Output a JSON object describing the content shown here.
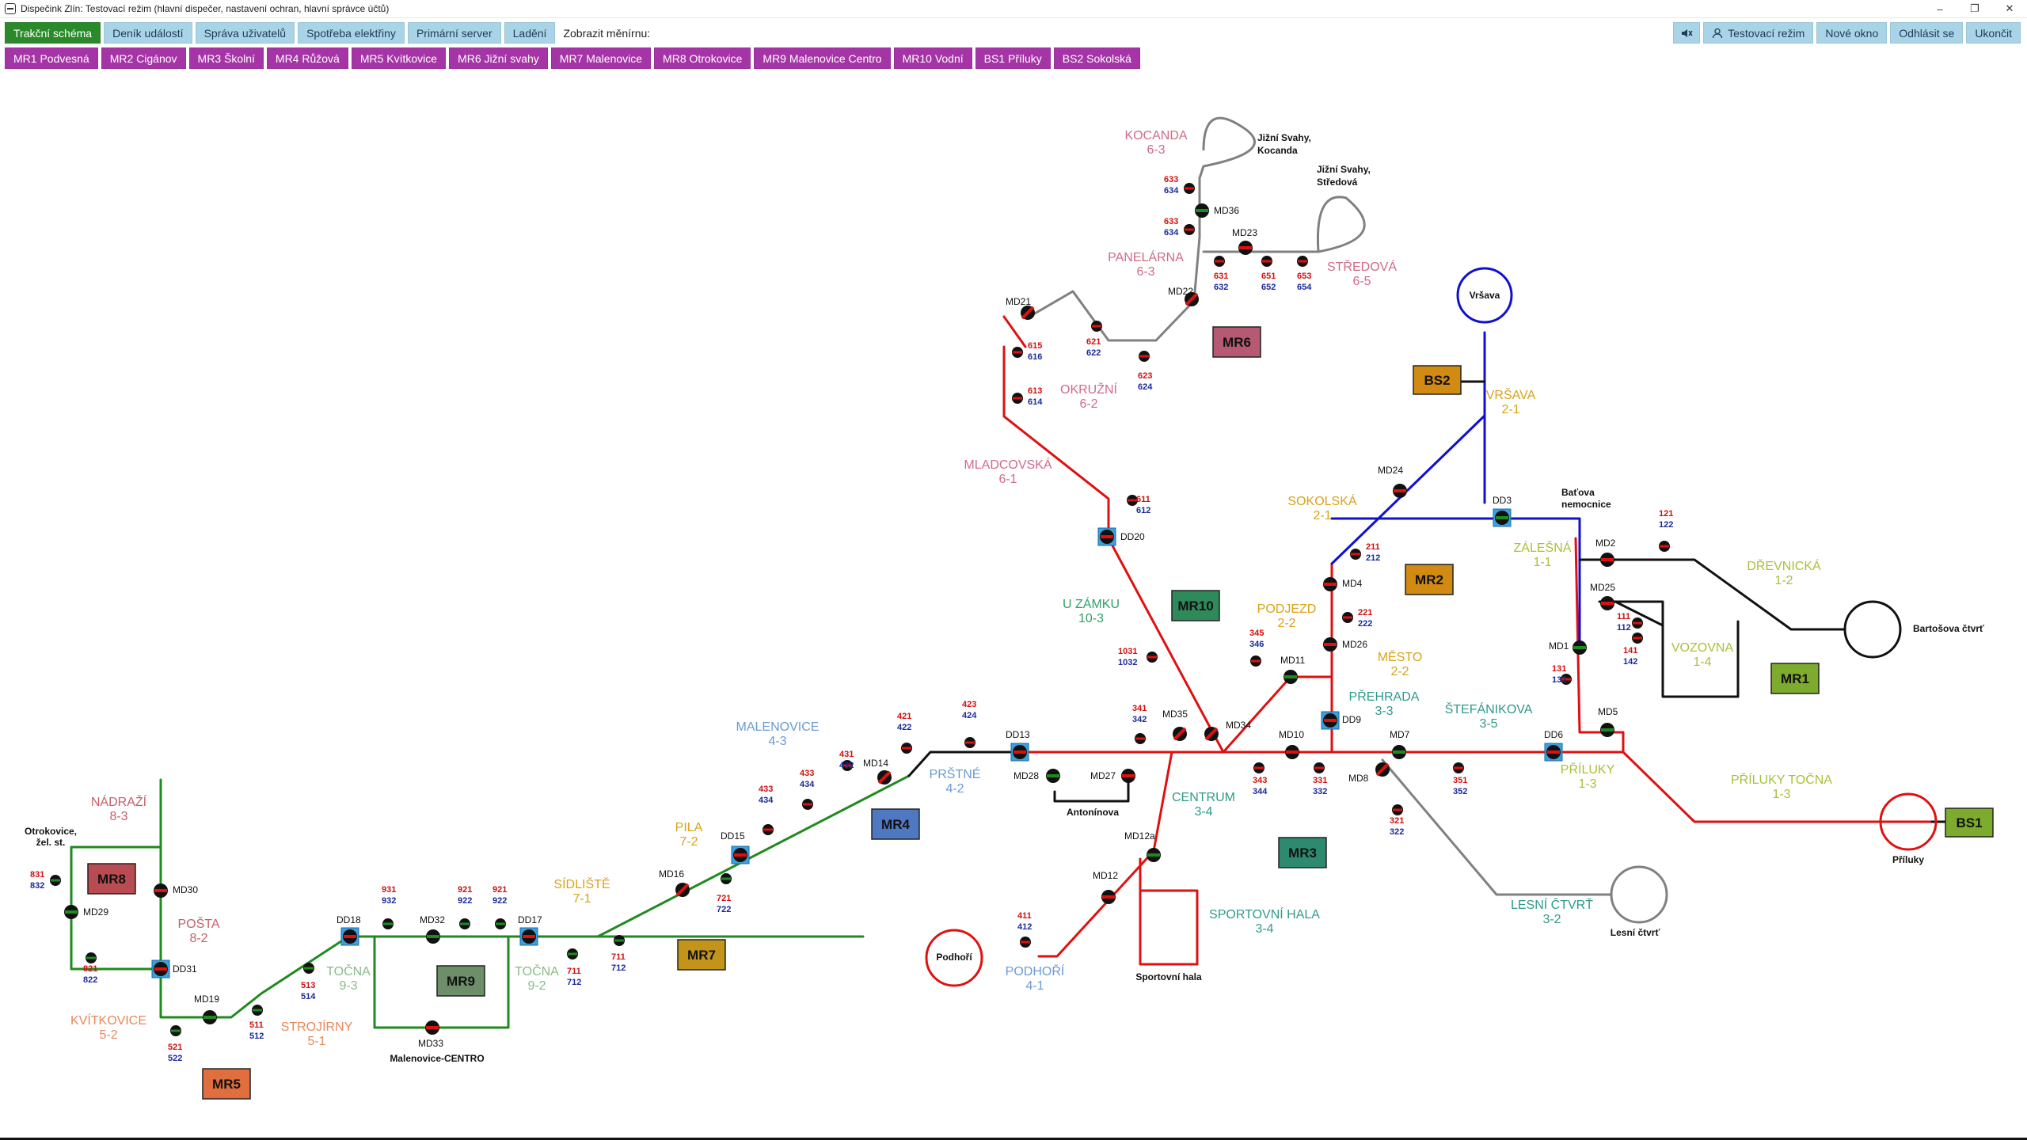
{
  "window": {
    "title": "Dispečink Zlín: Testovací režim (hlavní dispečer, nastavení ochran, hlavní správce účtů)",
    "minimize": "–",
    "maximize": "❐",
    "close": "✕"
  },
  "toolbar": {
    "left": [
      {
        "label": "Trakční schéma",
        "style": "green"
      },
      {
        "label": "Deník událostí",
        "style": "blue"
      },
      {
        "label": "Správa uživatelů",
        "style": "blue"
      },
      {
        "label": "Spotřeba elektřiny",
        "style": "blue"
      },
      {
        "label": "Primární server",
        "style": "blue"
      },
      {
        "label": "Ladění",
        "style": "blue"
      }
    ],
    "show_label": "Zobrazit měnírnu:",
    "mute_icon": "🔇",
    "test_mode": "Testovací režim",
    "right": [
      {
        "label": "Nové okno",
        "style": "blue"
      },
      {
        "label": "Odhlásit se",
        "style": "blue"
      },
      {
        "label": "Ukončit",
        "style": "blue"
      }
    ]
  },
  "stations": [
    "MR1 Podvesná",
    "MR2 Cigánov",
    "MR3 Školní",
    "MR4 Růžová",
    "MR5 Kvítkovice",
    "MR6 Jižní svahy",
    "MR7 Malenovice",
    "MR8 Otrokovice",
    "MR9 Malenovice Centro",
    "MR10 Vodní",
    "BS1 Příluky",
    "BS2 Sokolská"
  ],
  "colors": {
    "green_line": "#1f8a1f",
    "red_line": "#e01010",
    "blue_line": "#1010d0",
    "gray_line": "#808080",
    "black_line": "#111111",
    "mr1": "#7cab2e",
    "mr2": "#d18a12",
    "mr3": "#2e8a6e",
    "mr4": "#4e78c2",
    "mr5": "#e06e3e",
    "mr6": "#b55a72",
    "mr7": "#c4941a",
    "mr8": "#b84c52",
    "mr9": "#6e8e6a",
    "mr10": "#2e8a5a",
    "bs1": "#7cab2e",
    "bs2": "#d18a12"
  },
  "substations": [
    {
      "id": "mr1",
      "label": "MR1",
      "color": "#7cab2e"
    },
    {
      "id": "mr2",
      "label": "MR2",
      "color": "#d18a12"
    },
    {
      "id": "mr3",
      "label": "MR3",
      "color": "#2e8a6e"
    },
    {
      "id": "mr4",
      "label": "MR4",
      "color": "#4e78c2"
    },
    {
      "id": "mr5",
      "label": "MR5",
      "color": "#e06e3e"
    },
    {
      "id": "mr6",
      "label": "MR6",
      "color": "#b55a72"
    },
    {
      "id": "mr7",
      "label": "MR7",
      "color": "#c4941a"
    },
    {
      "id": "mr8",
      "label": "MR8",
      "color": "#b84c52"
    },
    {
      "id": "mr9",
      "label": "MR9",
      "color": "#6e8e6a"
    },
    {
      "id": "mr10",
      "label": "MR10",
      "color": "#2e8a5a"
    },
    {
      "id": "bs1",
      "label": "BS1",
      "color": "#7cab2e"
    },
    {
      "id": "bs2",
      "label": "BS2",
      "color": "#d18a12"
    }
  ],
  "sections": [
    {
      "id": "kocanda",
      "name": "KOCANDA",
      "code": "6-3",
      "color": "#d06a86"
    },
    {
      "id": "panelarna",
      "name": "PANELÁRNA",
      "code": "6-3",
      "color": "#d06a86"
    },
    {
      "id": "stredova",
      "name": "STŘEDOVÁ",
      "code": "6-5",
      "color": "#d06a86"
    },
    {
      "id": "okruzni",
      "name": "OKRUŽNÍ",
      "code": "6-2",
      "color": "#d06a86"
    },
    {
      "id": "mladcovska",
      "name": "MLADCOVSKÁ",
      "code": "6-1",
      "color": "#d06a86"
    },
    {
      "id": "vrsava",
      "name": "VRŠAVA",
      "code": "2-1",
      "color": "#d9a21a"
    },
    {
      "id": "sokolska",
      "name": "SOKOLSKÁ",
      "code": "2-1",
      "color": "#d9a21a"
    },
    {
      "id": "zalesna",
      "name": "ZÁLEŠNÁ",
      "code": "1-1",
      "color": "#a6c23a"
    },
    {
      "id": "drevnicka",
      "name": "DŘEVNICKÁ",
      "code": "1-2",
      "color": "#a6c23a"
    },
    {
      "id": "vozovna",
      "name": "VOZOVNA",
      "code": "1-4",
      "color": "#a6c23a"
    },
    {
      "id": "podjezd",
      "name": "PODJEZD",
      "code": "2-2",
      "color": "#d9a21a"
    },
    {
      "id": "mesto",
      "name": "MĚSTO",
      "code": "2-2",
      "color": "#d9a21a"
    },
    {
      "id": "prehrada",
      "name": "PŘEHRADA",
      "code": "3-3",
      "color": "#2e9a8a"
    },
    {
      "id": "stefanikova",
      "name": "ŠTEFÁNIKOVA",
      "code": "3-5",
      "color": "#2e9a8a"
    },
    {
      "id": "priluky",
      "name": "PŘÍLUKY",
      "code": "1-3",
      "color": "#a6c23a"
    },
    {
      "id": "priluky_tocna",
      "name": "PŘÍLUKY TOČNA",
      "code": "1-3",
      "color": "#a6c23a"
    },
    {
      "id": "u_zamku",
      "name": "U ZÁMKU",
      "code": "10-3",
      "color": "#2ea06a"
    },
    {
      "id": "malenovice",
      "name": "MALENOVICE",
      "code": "4-3",
      "color": "#6a9ad6"
    },
    {
      "id": "prstne",
      "name": "PRŠTNÉ",
      "code": "4-2",
      "color": "#6a9ad6"
    },
    {
      "id": "centrum",
      "name": "CENTRUM",
      "code": "3-4",
      "color": "#2e9a8a"
    },
    {
      "id": "sportovni_hala",
      "name": "SPORTOVNÍ HALA",
      "code": "3-4",
      "color": "#2e9a8a"
    },
    {
      "id": "lesni_ctvrt",
      "name": "LESNÍ ČTVRŤ",
      "code": "3-2",
      "color": "#2e9a8a"
    },
    {
      "id": "podhori",
      "name": "PODHOŘÍ",
      "code": "4-1",
      "color": "#6a9ad6"
    },
    {
      "id": "pila",
      "name": "PILA",
      "code": "7-2",
      "color": "#d9a21a"
    },
    {
      "id": "sidliste",
      "name": "SÍDLIŠTĚ",
      "code": "7-1",
      "color": "#d9a21a"
    },
    {
      "id": "tocna_92",
      "name": "TOČNA",
      "code": "9-2",
      "color": "#8aba8a"
    },
    {
      "id": "tocna_93",
      "name": "TOČNA",
      "code": "9-3",
      "color": "#8aba8a"
    },
    {
      "id": "strojirny",
      "name": "STROJÍRNY",
      "code": "5-1",
      "color": "#e6885a"
    },
    {
      "id": "kvitkovice",
      "name": "KVÍTKOVICE",
      "code": "5-2",
      "color": "#e6885a"
    },
    {
      "id": "posta",
      "name": "POŠTA",
      "code": "8-2",
      "color": "#c4606a"
    },
    {
      "id": "nadrazi",
      "name": "NÁDRAŽÍ",
      "code": "8-3",
      "color": "#c4606a"
    }
  ],
  "places": {
    "jizni_kocanda": "Jižní Svahy,",
    "jizni_kocanda2": "Kocanda",
    "jizni_stredova": "Jižní Svahy,",
    "jizni_stredova2": "Středová",
    "vrsava_loop": "Vršava",
    "batova1": "Baťova",
    "batova2": "nemocnice",
    "bartosova": "Bartošova čtvrť",
    "priluky_loop": "Příluky",
    "lesni_loop": "Lesní čtvrť",
    "podhori_loop": "Podhoří",
    "sportovni_hala": "Sportovní hala",
    "antoninova": "Antonínova",
    "malenovice_centro": "Malenovice-CENTRO",
    "otrokovice1": "Otrokovice,",
    "otrokovice2": "žel. st."
  },
  "switches": [
    {
      "label": "MD36"
    },
    {
      "label": "MD23"
    },
    {
      "label": "MD22"
    },
    {
      "label": "MD21"
    },
    {
      "label": "DD20"
    },
    {
      "label": "MD24"
    },
    {
      "label": "DD3"
    },
    {
      "label": "MD2"
    },
    {
      "label": "MD25"
    },
    {
      "label": "MD1"
    },
    {
      "label": "MD4"
    },
    {
      "label": "MD26"
    },
    {
      "label": "MD11"
    },
    {
      "label": "DD9"
    },
    {
      "label": "MD10"
    },
    {
      "label": "MD7"
    },
    {
      "label": "MD8"
    },
    {
      "label": "DD6"
    },
    {
      "label": "MD5"
    },
    {
      "label": "MD35"
    },
    {
      "label": "MD34"
    },
    {
      "label": "MD28"
    },
    {
      "label": "MD27"
    },
    {
      "label": "DD13"
    },
    {
      "label": "MD14"
    },
    {
      "label": "DD15"
    },
    {
      "label": "MD16"
    },
    {
      "label": "MD12a"
    },
    {
      "label": "MD12"
    },
    {
      "label": "DD17"
    },
    {
      "label": "MD32"
    },
    {
      "label": "DD18"
    },
    {
      "label": "MD33"
    },
    {
      "label": "MD19"
    },
    {
      "label": "DD31"
    },
    {
      "label": "MD30"
    },
    {
      "label": "MD29"
    }
  ],
  "feeders": [
    {
      "a": "633",
      "b": "634"
    },
    {
      "a": "633",
      "b": "634"
    },
    {
      "a": "631",
      "b": "632"
    },
    {
      "a": "651",
      "b": "652"
    },
    {
      "a": "653",
      "b": "654"
    },
    {
      "a": "621",
      "b": "622"
    },
    {
      "a": "623",
      "b": "624"
    },
    {
      "a": "615",
      "b": "616"
    },
    {
      "a": "613",
      "b": "614"
    },
    {
      "a": "611",
      "b": "612"
    },
    {
      "a": "211",
      "b": "212"
    },
    {
      "a": "221",
      "b": "222"
    },
    {
      "a": "121",
      "b": "122"
    },
    {
      "a": "111",
      "b": "112"
    },
    {
      "a": "141",
      "b": "142"
    },
    {
      "a": "131",
      "b": "132"
    },
    {
      "a": "345",
      "b": "346"
    },
    {
      "a": "1031",
      "b": "1032"
    },
    {
      "a": "341",
      "b": "342"
    },
    {
      "a": "343",
      "b": "344"
    },
    {
      "a": "331",
      "b": "332"
    },
    {
      "a": "351",
      "b": "352"
    },
    {
      "a": "321",
      "b": "322"
    },
    {
      "a": "423",
      "b": "424"
    },
    {
      "a": "421",
      "b": "422"
    },
    {
      "a": "431",
      "b": "432"
    },
    {
      "a": "433",
      "b": "434"
    },
    {
      "a": "433",
      "b": "434"
    },
    {
      "a": "721",
      "b": "722"
    },
    {
      "a": "711",
      "b": "712"
    },
    {
      "a": "711",
      "b": "712"
    },
    {
      "a": "411",
      "b": "412"
    },
    {
      "a": "931",
      "b": "932"
    },
    {
      "a": "921",
      "b": "922"
    },
    {
      "a": "921",
      "b": "922"
    },
    {
      "a": "513",
      "b": "514"
    },
    {
      "a": "511",
      "b": "512"
    },
    {
      "a": "521",
      "b": "522"
    },
    {
      "a": "821",
      "b": "822"
    },
    {
      "a": "831",
      "b": "832"
    }
  ]
}
